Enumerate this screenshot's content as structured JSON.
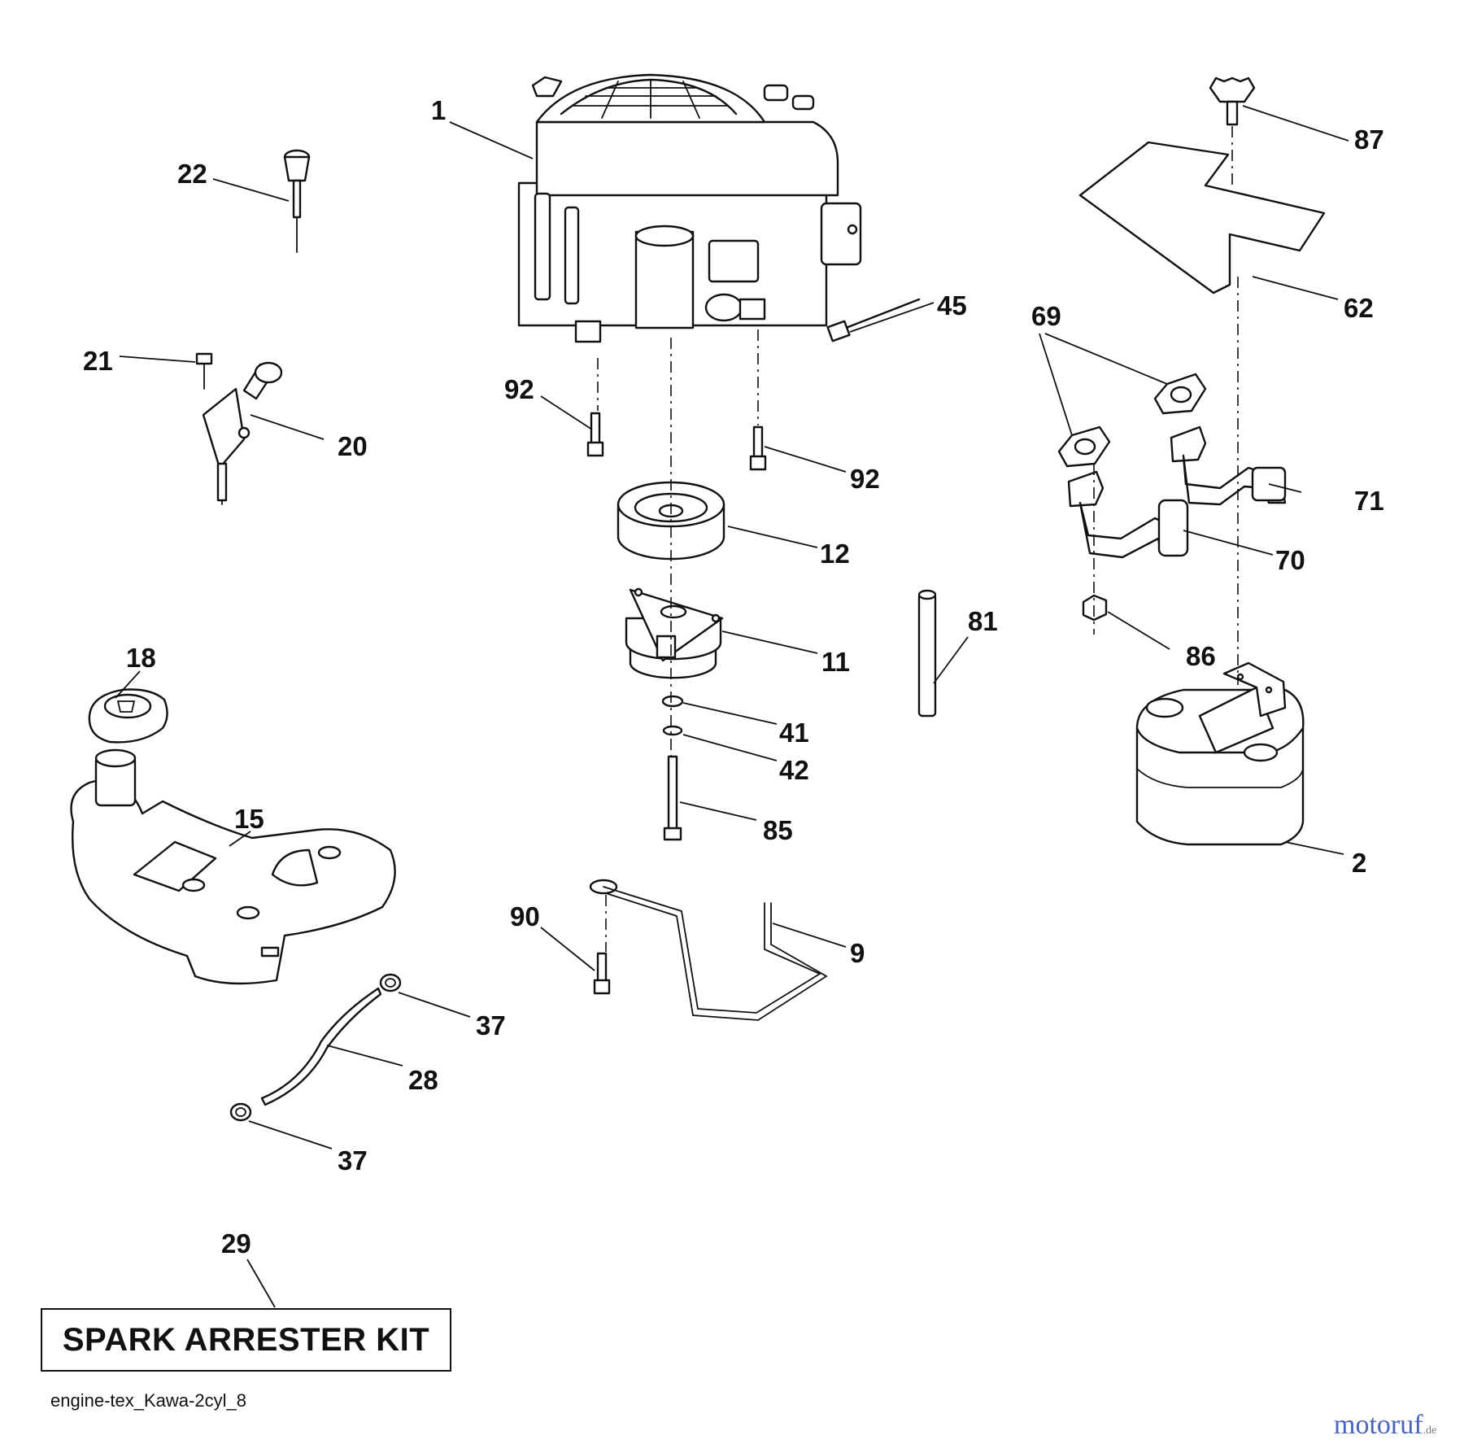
{
  "diagram": {
    "callouts": {
      "c1": "1",
      "c2": "2",
      "c9": "9",
      "c11": "11",
      "c12": "12",
      "c15": "15",
      "c18": "18",
      "c20": "20",
      "c21": "21",
      "c22": "22",
      "c28": "28",
      "c29": "29",
      "c37a": "37",
      "c37b": "37",
      "c41": "41",
      "c42": "42",
      "c45": "45",
      "c62": "62",
      "c69": "69",
      "c70": "70",
      "c71": "71",
      "c81": "81",
      "c85": "85",
      "c86": "86",
      "c87": "87",
      "c90": "90",
      "c92a": "92",
      "c92b": "92"
    },
    "kit_label": "SPARK ARRESTER KIT",
    "drawing_code": "engine-tex_Kawa-2cyl_8"
  },
  "watermark": {
    "main": "motoruf",
    "suffix": ".de"
  },
  "colors": {
    "ink": "#111111",
    "background": "#ffffff",
    "watermark": "#4a63b8"
  }
}
